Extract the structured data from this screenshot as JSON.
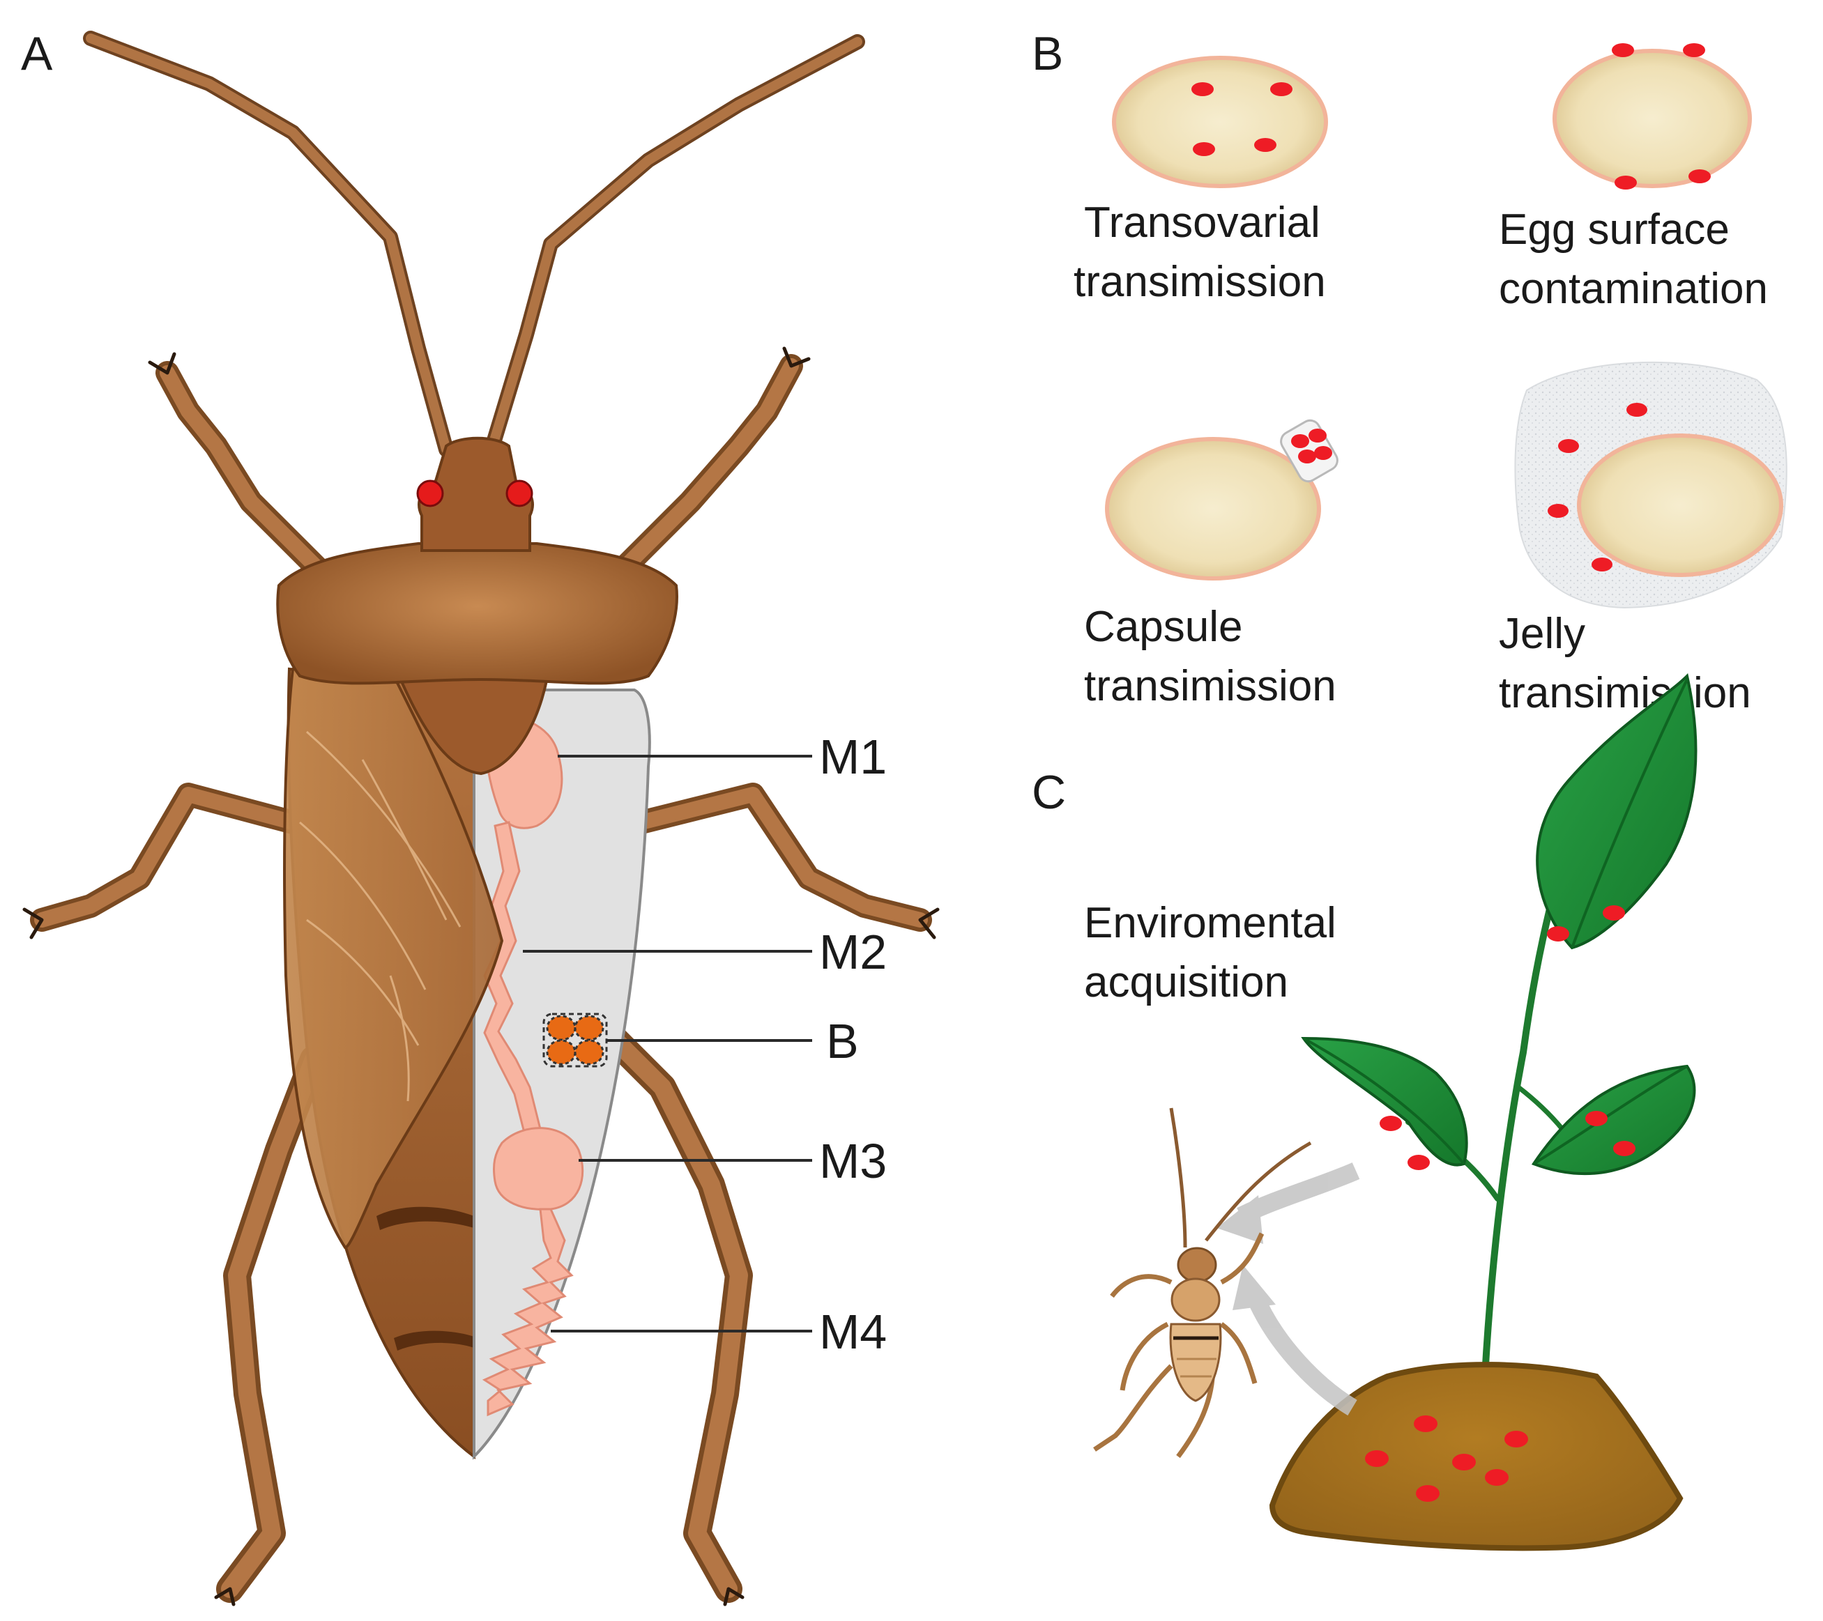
{
  "panels": {
    "a": {
      "letter": "A",
      "callouts": [
        "M1",
        "M2",
        "B",
        "M3",
        "M4"
      ]
    },
    "b": {
      "letter": "B",
      "items": [
        {
          "line1": "Transovarial",
          "line2": "transimission"
        },
        {
          "line1": "Egg surface",
          "line2": "contamination"
        },
        {
          "line1": "Capsule",
          "line2": "transimission"
        },
        {
          "line1": "Jelly",
          "line2": "transimission"
        }
      ]
    },
    "c": {
      "letter": "C",
      "line1": "Enviromental",
      "line2": "acquisition"
    }
  },
  "colors": {
    "symbiont": "#ee1c25",
    "insect_body": "#9c5a2c",
    "gut": "#f8b4a0",
    "leaf": "#1e8c36",
    "soil": "#a8731c"
  }
}
